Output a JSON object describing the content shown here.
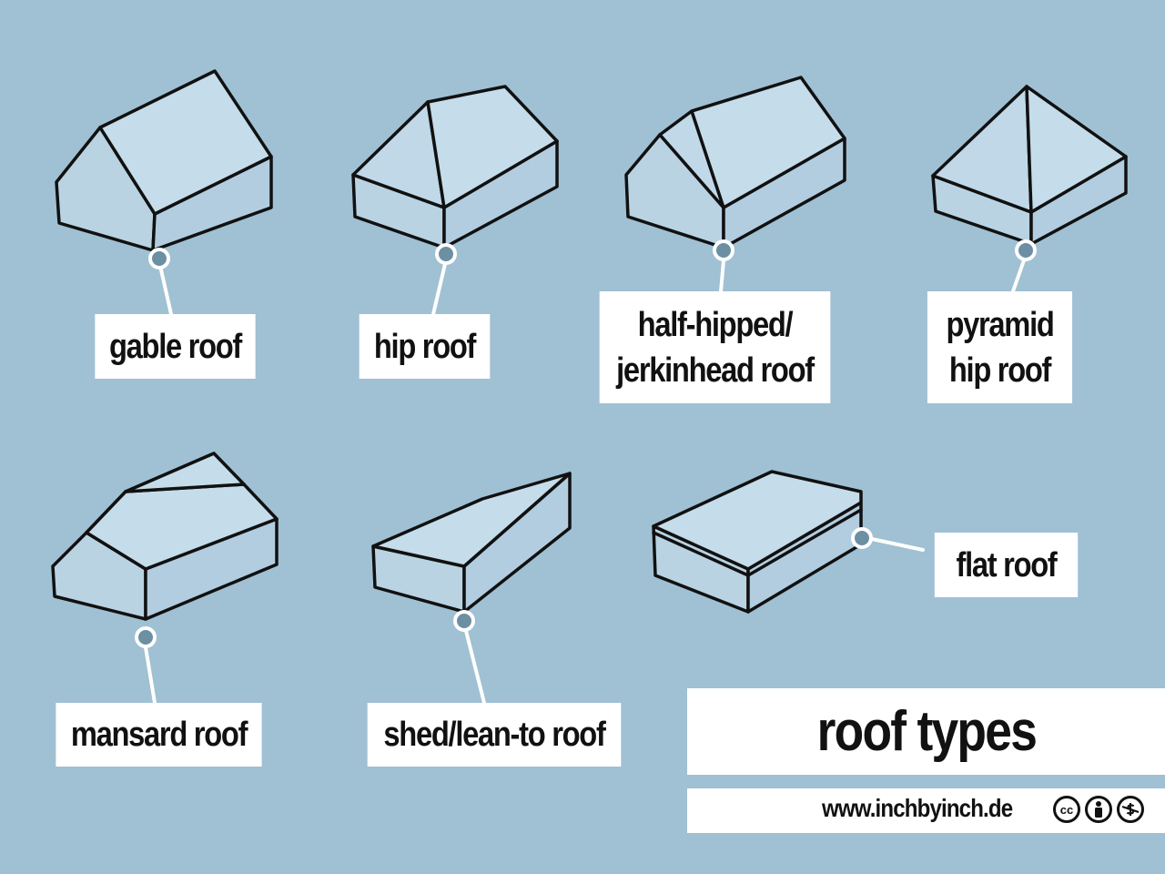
{
  "labels": {
    "gable": "gable roof",
    "hip": "hip roof",
    "half_hipped_line1": "half-hipped/",
    "half_hipped_line2": "jerkinhead roof",
    "pyramid_line1": "pyramid",
    "pyramid_line2": "hip roof",
    "mansard": "mansard roof",
    "shed": "shed/lean-to roof",
    "flat": "flat roof"
  },
  "title": "roof types",
  "footer": {
    "website": "www.inchbyinch.de",
    "license_icons": [
      "cc-icon",
      "attribution-icon",
      "noncommercial-icon"
    ],
    "cc_text": "cc"
  },
  "colors": {
    "background": "#a0c0d4",
    "house_fill": "#b9d3e3",
    "roof_fill": "#c5dcea",
    "outline": "#111111",
    "label_bg": "#ffffff"
  }
}
